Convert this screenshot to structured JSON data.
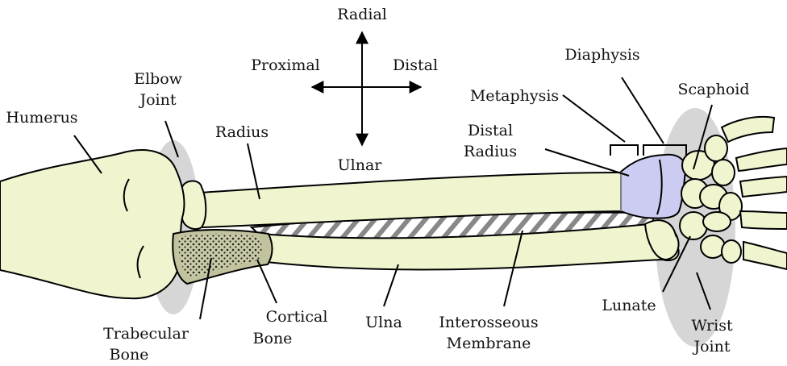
{
  "directions": {
    "top": "Radial",
    "bottom": "Ulnar",
    "left": "Proximal",
    "right": "Distal"
  },
  "labels": {
    "humerus": "Humerus",
    "elbow_joint": [
      "Elbow",
      "Joint"
    ],
    "radius": "Radius",
    "trabecular_bone": [
      "Trabecular",
      "Bone"
    ],
    "cortical_bone": [
      "Cortical",
      "Bone"
    ],
    "ulna": "Ulna",
    "interosseous_membrane": [
      "Interosseous",
      "Membrane"
    ],
    "distal_radius": [
      "Distal",
      "Radius"
    ],
    "metaphysis": "Metaphysis",
    "diaphysis": "Diaphysis",
    "scaphoid": "Scaphoid",
    "lunate": "Lunate",
    "wrist_joint": [
      "Wrist",
      "Joint"
    ]
  },
  "colors": {
    "bone": "#f0f4cf",
    "joint_shadow": "#d6d6d6",
    "distal_radius": "#ccccf2",
    "cortical": "#c2c39e",
    "trabecular": "#c9caa6",
    "membrane_stripe": "#888888"
  }
}
